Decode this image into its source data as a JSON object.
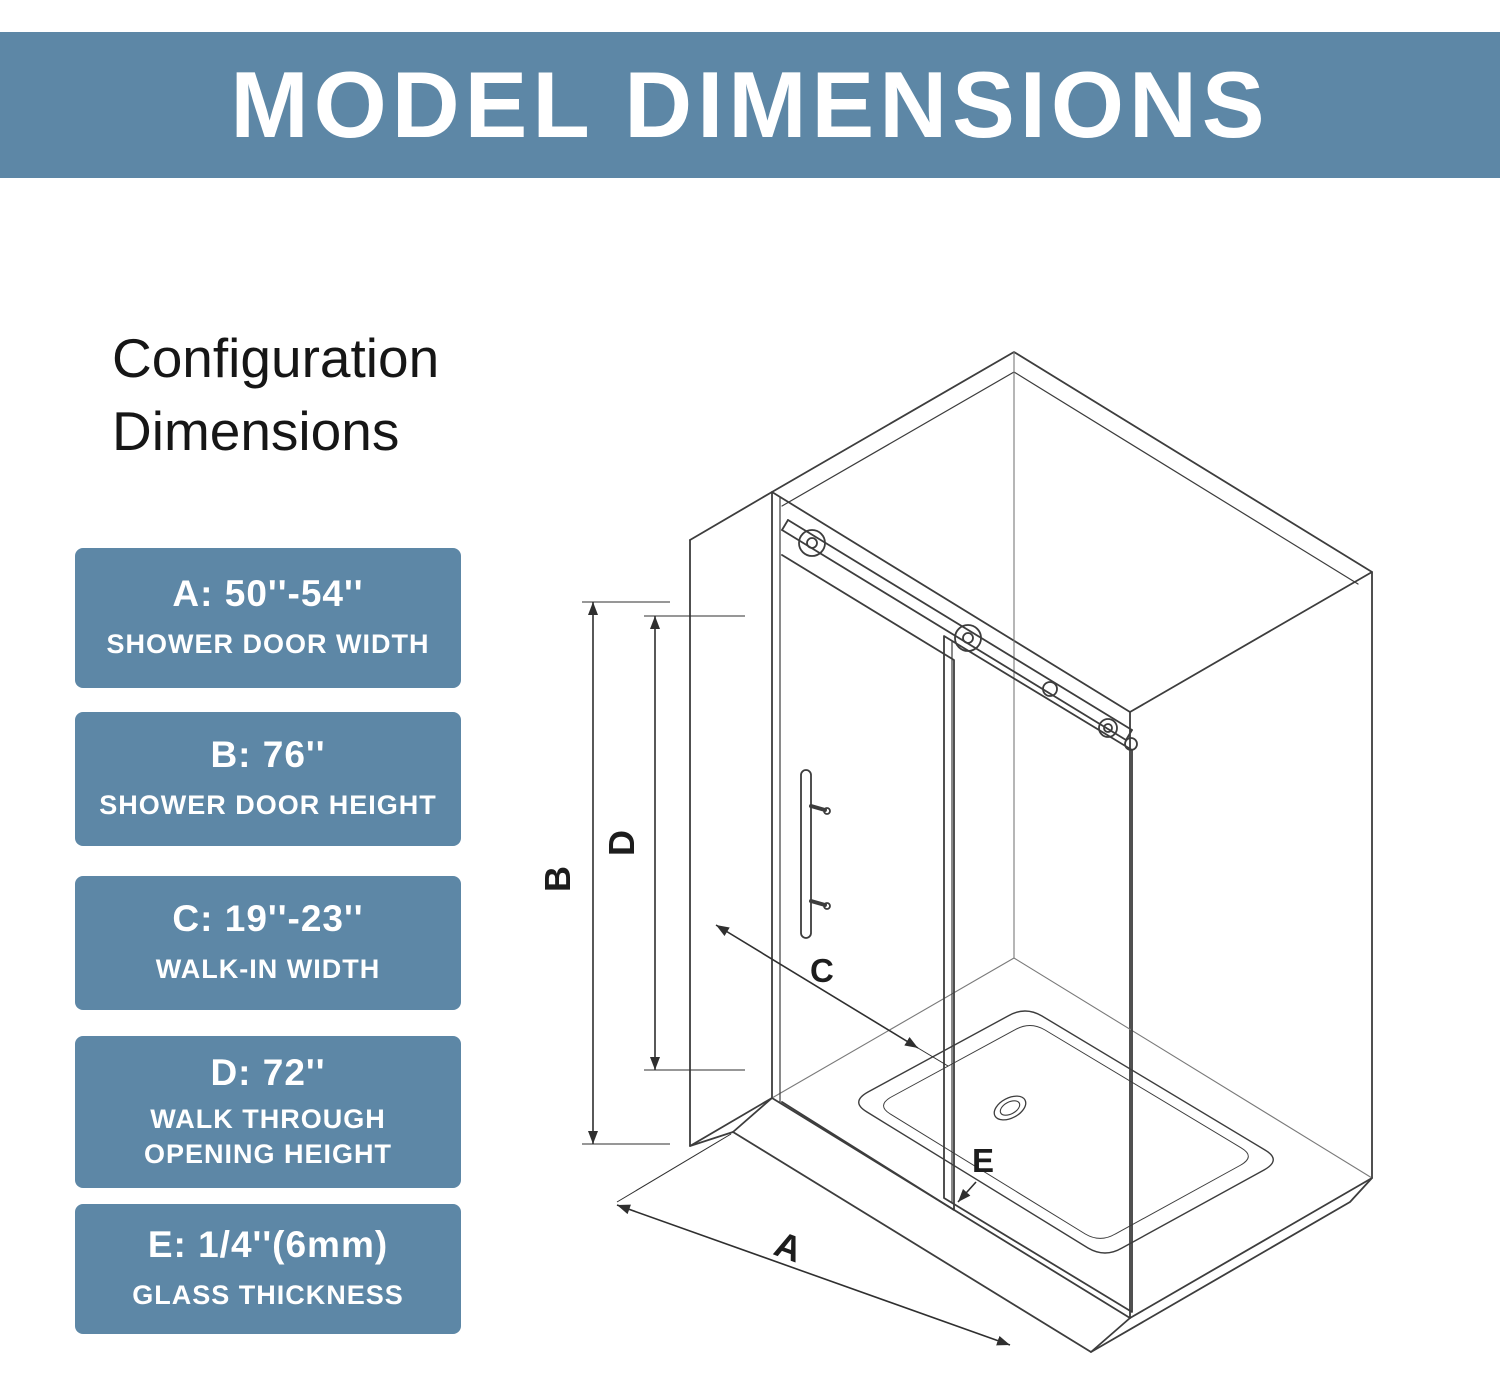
{
  "colors": {
    "accent_blue": "#5d87a6",
    "banner_text": "#ffffff",
    "line": "#3d3d3d"
  },
  "header": {
    "title": "MODEL DIMENSIONS"
  },
  "heading": {
    "line1": "Configuration",
    "line2": "Dimensions"
  },
  "cards": [
    {
      "id": "A",
      "title": "A: 50''-54''",
      "subtitle": "SHOWER DOOR WIDTH"
    },
    {
      "id": "B",
      "title": "B: 76''",
      "subtitle": "SHOWER DOOR HEIGHT"
    },
    {
      "id": "C",
      "title": "C: 19''-23''",
      "subtitle": "WALK-IN WIDTH"
    },
    {
      "id": "D",
      "title": "D: 72''",
      "subtitle": "WALK THROUGH OPENING HEIGHT"
    },
    {
      "id": "E",
      "title": "E: 1/4''(6mm)",
      "subtitle": "GLASS THICKNESS"
    }
  ],
  "diagram": {
    "labels": {
      "A": "A",
      "B": "B",
      "C": "C",
      "D": "D",
      "E": "E"
    }
  }
}
